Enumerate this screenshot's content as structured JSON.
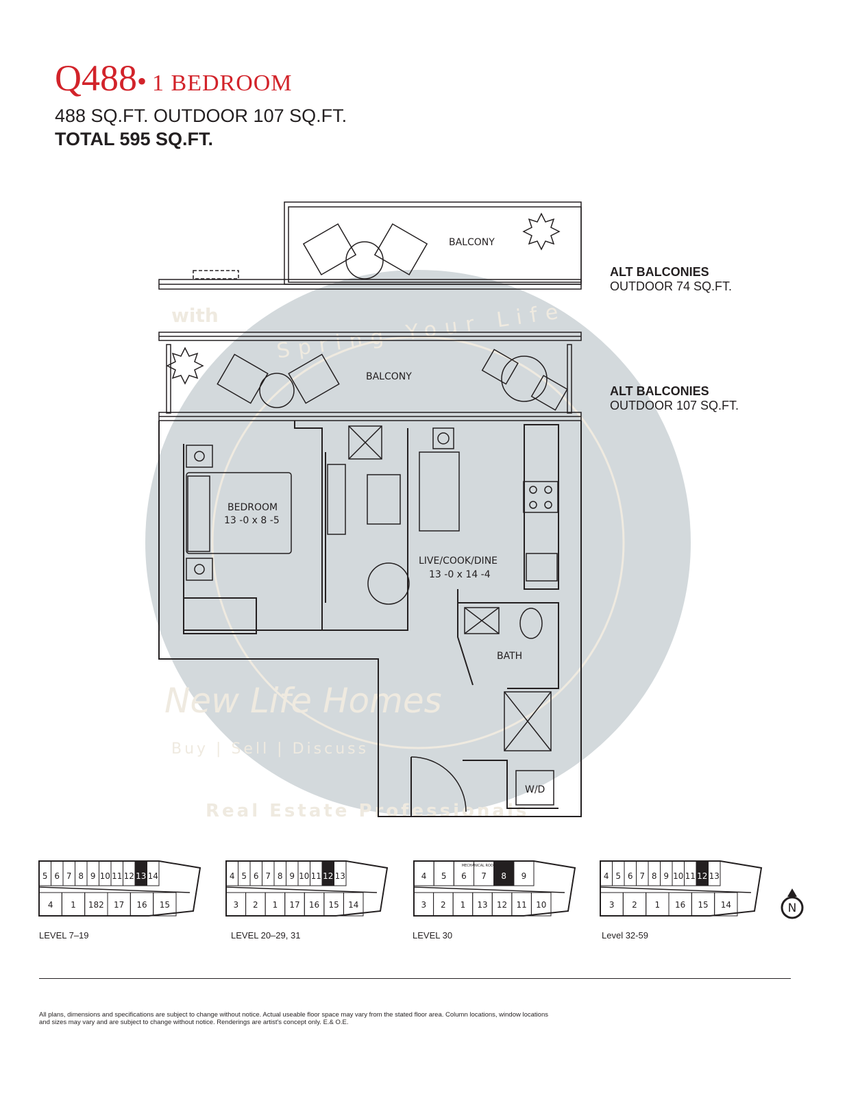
{
  "header": {
    "unit_code": "Q488",
    "unit_dot": "•",
    "unit_type": "1 BEDROOM",
    "area_line": "488 SQ.FT. OUTDOOR 107 SQ.FT.",
    "total_line": "TOTAL 595 SQ.FT."
  },
  "alt_balconies": [
    {
      "title": "ALT BALCONIES",
      "sub": "OUTDOOR 74 SQ.FT."
    },
    {
      "title": "ALT BALCONIES",
      "sub": "OUTDOOR 107 SQ.FT."
    }
  ],
  "rooms": {
    "balcony_top": "BALCONY",
    "balcony_main": "BALCONY",
    "bedroom": "BEDROOM",
    "bedroom_dim": "13 -0  x 8 -5",
    "living": "LIVE/COOK/DINE",
    "living_dim": "13 -0  x 14 -4",
    "bath": "BATH",
    "wd": "W/D"
  },
  "watermark": {
    "top_arc": "Spring Your Life",
    "with": "with",
    "brand": "New Life Homes",
    "tagline": "Buy | Sell | Discuss",
    "bottom_arc": "Real Estate Professionals"
  },
  "key_plans": [
    {
      "label": "LEVEL 7–19",
      "units_top": [
        "5",
        "6",
        "7",
        "8",
        "9",
        "10",
        "11",
        "12",
        "13",
        "14"
      ],
      "units_bottom": [
        "4",
        "1",
        "182",
        "17",
        "16",
        "15"
      ],
      "highlight": "13"
    },
    {
      "label": "LEVEL 20–29, 31",
      "units_top": [
        "4",
        "5",
        "6",
        "7",
        "8",
        "9",
        "10",
        "11",
        "12",
        "13"
      ],
      "units_bottom": [
        "3",
        "2",
        "1",
        "17",
        "16",
        "15",
        "14"
      ],
      "highlight": "12"
    },
    {
      "label": "LEVEL 30",
      "units_top": [
        "4",
        "5",
        "6",
        "7",
        "8",
        "9"
      ],
      "units_bottom": [
        "3",
        "2",
        "1",
        "13",
        "12",
        "11",
        "10"
      ],
      "highlight": "8",
      "mechanical": "MECHANICAL ROOM"
    },
    {
      "label": "Level 32-59",
      "units_top": [
        "4",
        "5",
        "6",
        "7",
        "8",
        "9",
        "10",
        "11",
        "12",
        "13"
      ],
      "units_bottom": [
        "3",
        "2",
        "1",
        "16",
        "15",
        "14"
      ],
      "highlight": "12"
    }
  ],
  "compass": "N",
  "disclaimer": "All plans, dimensions and specifications are subject to change without notice. Actual useable floor space may vary from the stated floor area. Column locations, window locations and sizes may vary and are subject to change without notice. Renderings are artist's concept only. E.& O.E."
}
